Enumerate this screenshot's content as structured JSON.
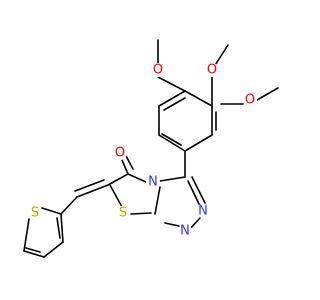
{
  "molecule": {
    "colors": {
      "bond": "#000000",
      "oxygen": "#ff0000",
      "nitrogen": "#3333ff",
      "sulfur": "#b2b200",
      "background": "#ffffff"
    },
    "labels": {
      "o_methoxy_top": "O",
      "o_methoxy_middle": "O",
      "o_methoxy_right": "O",
      "o_carbonyl": "O",
      "n_bridge": "N",
      "n_triazole_upper": "N",
      "n_triazole_lower": "N",
      "s_thiophene": "S",
      "s_thiazole": "S"
    }
  }
}
